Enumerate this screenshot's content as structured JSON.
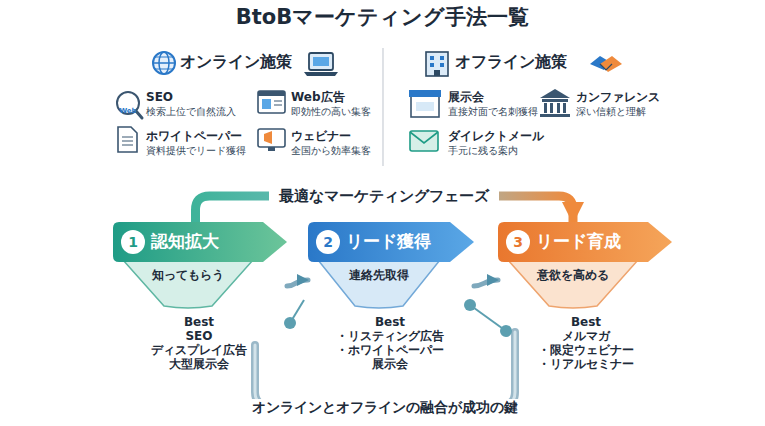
{
  "diagram": {
    "title": "BtoBマーケティング手法一覧",
    "nodes": [
      {
        "text": [
          "1",
          "認知拡大",
          "知ってもらう"
        ]
      },
      {
        "text": [
          "2",
          "リード獲得",
          "連絡先取得"
        ]
      },
      {
        "text": [
          "3",
          "リード育成",
          "意欲を高める"
        ]
      }
    ],
    "edges": [
      {
        "from": 0,
        "to": 1,
        "arrow": "to"
      },
      {
        "from": 1,
        "to": 2,
        "arrow": "to"
      },
      {
        "from": 0,
        "to": 2,
        "label": "最適なマーケティングフェーズ",
        "arrow": "to"
      }
    ],
    "labels": [
      "オンライン施策",
      "Web",
      "SEO",
      "検索上位で自然流入",
      "Web広告",
      "即効性の高い集客",
      "ホワイトペーパー",
      "資料提供でリード獲得",
      "ウェビナー",
      "全国から効率集客",
      "オフライン施策",
      "展示会",
      "直接対面で名刺獲得",
      "カンファレンス",
      "深い信頼と理解",
      "ダイレクトメール",
      "手元に残る案内",
      "Best",
      "SEO",
      "ディスプレイ広告",
      "大型展示会",
      "Best",
      "・リスティング広告",
      "・ホワイトペーパー",
      "展示会",
      "Best",
      "メルマガ",
      "・限定ウェビナー",
      "・リアルセミナー",
      "オンラインとオフラインの融合が成功の鍵"
    ]
  }
}
